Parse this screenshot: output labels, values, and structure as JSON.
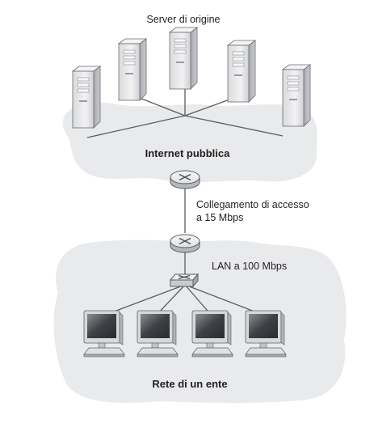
{
  "labels": {
    "origin_servers": "Server di origine",
    "public_internet": "Internet pubblica",
    "access_link_line1": "Collegamento di accesso",
    "access_link_line2": "a 15 Mbps",
    "lan": "LAN a 100 Mbps",
    "institutional_network": "Rete di un ente"
  },
  "counts": {
    "servers": 5,
    "computers": 4
  },
  "colors": {
    "cloud_fill": "#e9eaec",
    "server_body": "#e6e7e9",
    "server_side": "#b9bbbf",
    "router_top": "#eef0f2",
    "router_side": "#b4b7bc",
    "screen": "#3f4246",
    "line": "#5a5c60"
  },
  "icons": {
    "server": "server-tower-icon",
    "router": "router-icon",
    "switch": "switch-icon",
    "computer": "desktop-computer-icon"
  }
}
